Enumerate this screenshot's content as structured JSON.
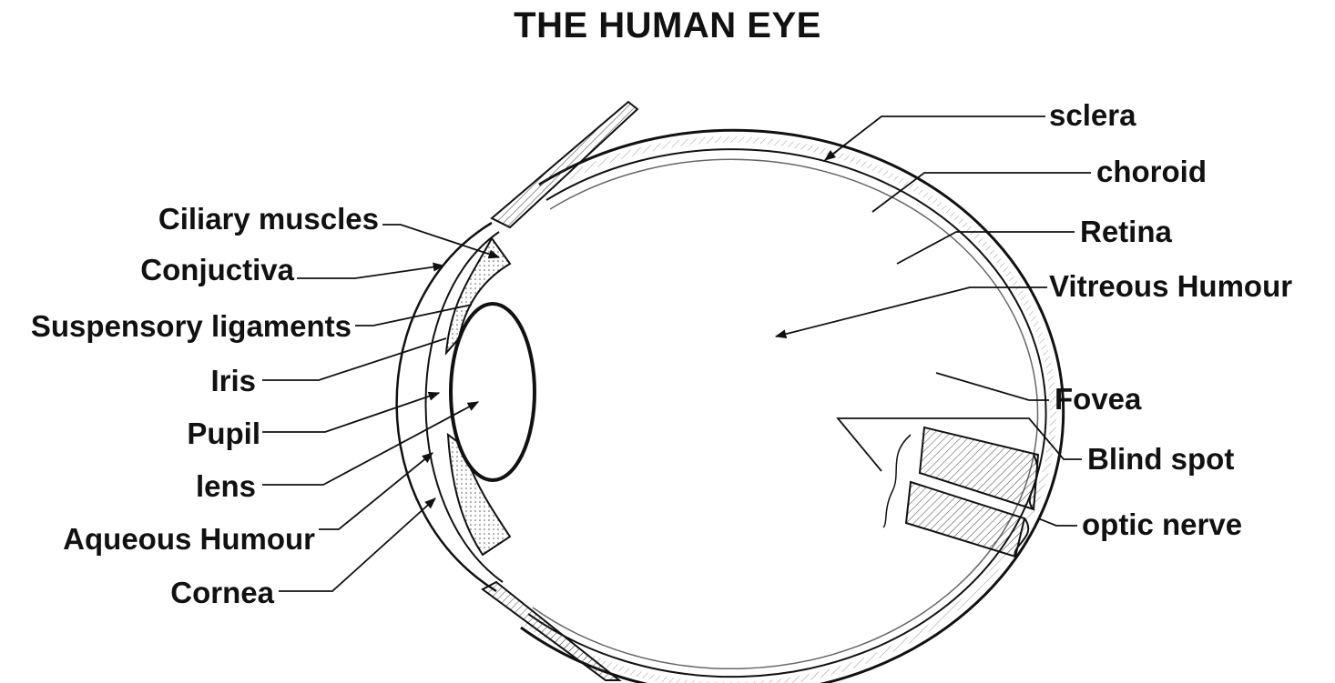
{
  "title": "THE HUMAN EYE",
  "labels": {
    "ciliary_muscles": "Ciliary muscles",
    "conjuctiva": "Conjuctiva",
    "suspensory_ligaments": "Suspensory ligaments",
    "iris": "Iris",
    "pupil": "Pupil",
    "lens": "lens",
    "aqueous_humour": "Aqueous Humour",
    "cornea": "Cornea",
    "sclera": "sclera",
    "choroid": "choroid",
    "retina": "Retina",
    "vitreous_humour": "Vitreous Humour",
    "fovea": "Fovea",
    "blind_spot": "Blind spot",
    "optic_nerve": "optic nerve"
  }
}
